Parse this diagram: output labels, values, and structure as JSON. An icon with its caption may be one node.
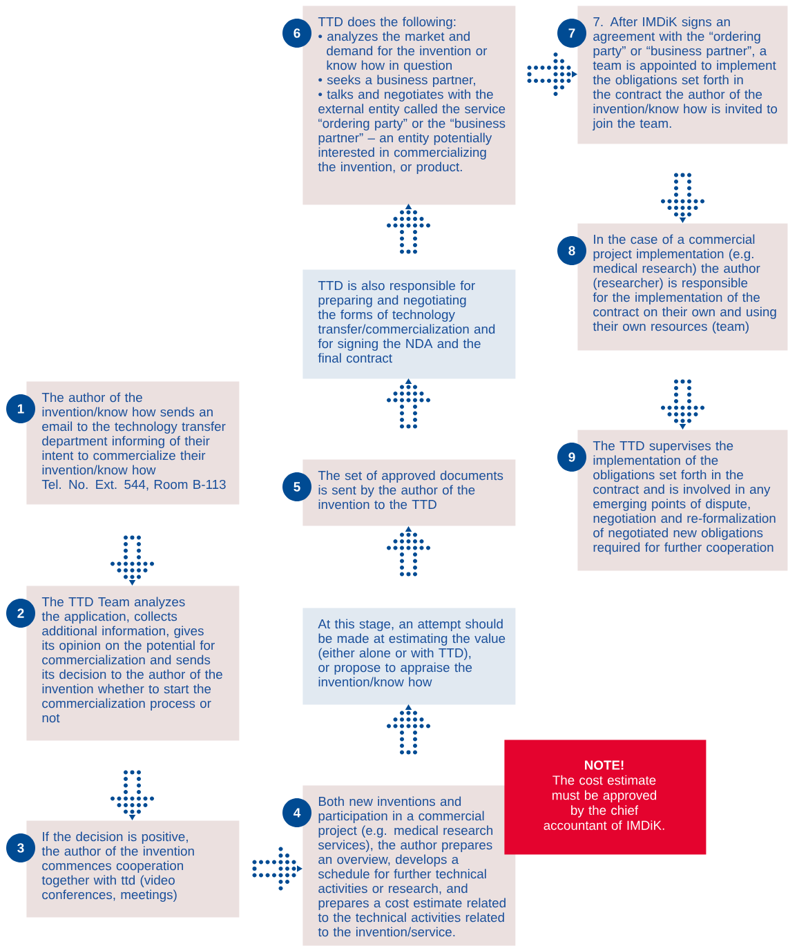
{
  "diagram": {
    "nodes": [
      {
        "text": [
          "1",
          "The author of the invention/know how sends an email to the technology transfer department informing of their intent to commercialize their invention/know how",
          "Tel. No. Ext. 544, Room B-113"
        ]
      },
      {
        "text": [
          "2",
          "The TTD Team analyzes the application, collects additional information, gives its opinion on the potential for commercialization and sends its decision to the author of the invention whether to start the commercialization process or not"
        ]
      },
      {
        "text": [
          "3",
          "If the decision is positive, the author of the invention commences cooperation together with ttd (video conferences, meetings)"
        ]
      },
      {
        "text": [
          "4",
          "Both new inventions and participation in a commercial project (e.g. medical research services), the author prepares an overview, develops a schedule for further technical activities or research, and prepares a cost estimate related to the technical activities related to the invention/service."
        ]
      },
      {
        "text": [
          "At this stage, an attempt should be made at estimating the value (either alone or with TTD), or propose to appraise the invention/know how"
        ]
      },
      {
        "text": [
          "5",
          "The set of approved documents is sent by the author of the invention to the TTD"
        ]
      },
      {
        "text": [
          "TTD is also responsible for preparing and negotiating the forms of technology transfer/commercialization and for signing the NDA and the final contract"
        ]
      },
      {
        "text": [
          "6",
          "TTD does the following:",
          "• analyzes the market and demand for the invention or know how in question",
          "• seeks a business partner,",
          "• talks and negotiates with the external entity called the service “ordering party” or the “business partner” – an entity potentially interested in commercializing the invention, or product."
        ]
      },
      {
        "text": [
          "7",
          "7. After IMDiK signs an agreement with the “ordering party” or “business partner”, a team is appointed to implement the obligations set forth in the contract the author of the invention/know how is invited to join the team."
        ]
      },
      {
        "text": [
          "8",
          "In the case of a commercial project implementation (e.g. medical research) the author (researcher) is responsible for the implementation of the contract on their own and using their own resources (team)"
        ]
      },
      {
        "text": [
          "9",
          "The TTD supervises the implementation of the obligations set forth in the contract and is involved in any emerging points of dispute, negotiation and re-formalization of negotiated new obligations required for further cooperation"
        ]
      },
      {
        "text": [
          "NOTE!",
          "The cost estimate must be approved by the chief accountant of IMDiK."
        ]
      }
    ],
    "edges": [
      {
        "from": 0,
        "to": 1,
        "arrow": "to"
      },
      {
        "from": 1,
        "to": 2,
        "arrow": "to"
      },
      {
        "from": 2,
        "to": 3,
        "arrow": "to"
      },
      {
        "from": 3,
        "to": 4,
        "arrow": "to"
      },
      {
        "from": 4,
        "to": 5,
        "arrow": "to"
      },
      {
        "from": 5,
        "to": 6,
        "arrow": "to"
      },
      {
        "from": 6,
        "to": 7,
        "arrow": "to"
      },
      {
        "from": 7,
        "to": 8,
        "arrow": "to"
      },
      {
        "from": 8,
        "to": 9,
        "arrow": "to"
      },
      {
        "from": 9,
        "to": 10,
        "arrow": "to"
      }
    ]
  }
}
